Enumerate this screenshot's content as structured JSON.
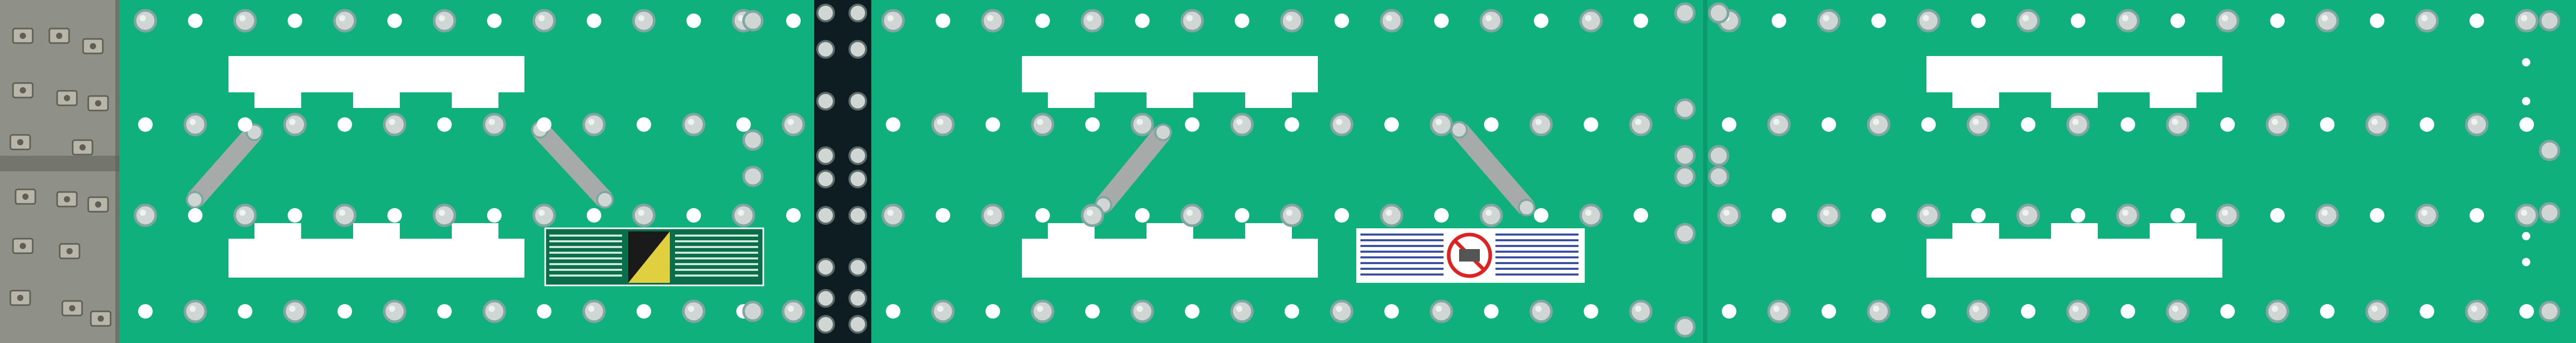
{
  "scene": {
    "subject": "metal-panel-with-bolts",
    "colors": {
      "panel": "#0fb07c",
      "panel_edge": "#0c9a6b",
      "bracket": "#8f9088",
      "bracket_dark": "#5f5f58",
      "dark_bar": "#0d1d22",
      "slot": "#ffffff",
      "hole": "#ffffff",
      "bolt": "#cfd6d3",
      "bolt_ring": "#7fa6a0",
      "strap": "#a6aaa9",
      "label_green": "#0b6e4a",
      "label_white": "#ffffff"
    }
  },
  "labels": [
    {
      "name": "warning-label-left",
      "style": "green"
    },
    {
      "name": "warning-label-center",
      "style": "white"
    }
  ]
}
